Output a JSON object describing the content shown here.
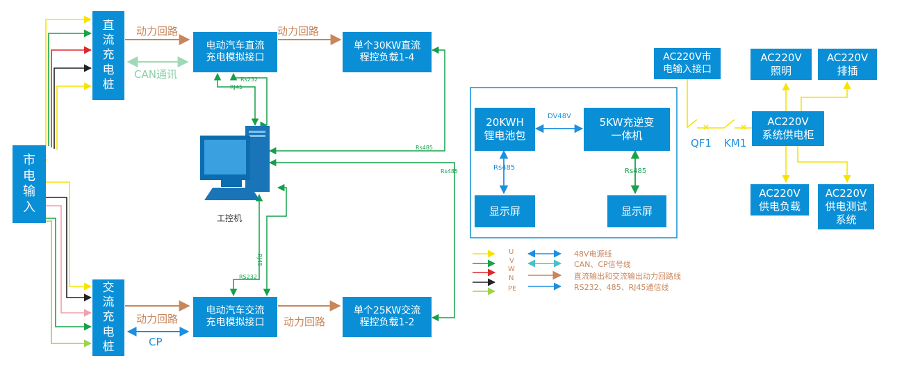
{
  "blocks": {
    "mains_input": "市\n电\n输\n入",
    "dc_pile": "直\n流\n充\n电\n桩",
    "ac_pile": "交\n流\n充\n电\n桩",
    "dc_interface": "电动汽车直流\n充电模拟接口",
    "ac_interface": "电动汽车交流\n充电模拟接口",
    "dc_load": "单个30KW直流\n程控负载1-4",
    "ac_load": "单个25KW交流\n程控负载1-2",
    "battery": "20KWH\n锂电池包",
    "inverter": "5KW充逆变\n一体机",
    "display_left": "显示屏",
    "display_right": "显示屏",
    "ac_mains_interface": "AC220V市\n电输入接口",
    "lighting": "AC220V\n照明",
    "socket": "AC220V\n排插",
    "cabinet": "AC220V\n系统供电柜",
    "supply_load": "AC220V\n供电负载",
    "test_system": "AC220V\n供电测试\n系统"
  },
  "labels": {
    "power_loop_1": "动力回路",
    "power_loop_2": "动力回路",
    "power_loop_3": "动力回路",
    "power_loop_4": "动力回路",
    "can_comm": "CAN通讯",
    "cp": "CP",
    "rs232_top": "Rs232",
    "rj45_top": "RJ45",
    "rs485_a": "Rs485",
    "rs485_b": "Rs485",
    "rj45_mid": "RJ45",
    "rs232_bottom": "RS232",
    "ipc": "工控机",
    "dv48v": "DV48V",
    "rs485_left": "Rs485",
    "rs485_right": "Rs485",
    "qf1": "QF1",
    "km1": "KM1"
  },
  "legend": {
    "phases": [
      "U",
      "V",
      "W",
      "N",
      "PE"
    ],
    "line_types": [
      "48V电源线",
      "CAN、CP信号线",
      "直流输出和交流输出动力回路线",
      "RS232、485、RJ45通信线"
    ]
  },
  "colors": {
    "box": "#0a8fd6",
    "U": "#f5e400",
    "V": "#17a34a",
    "W": "#e0262c",
    "N": "#222222",
    "PE": "#9ed14a",
    "pink": "#f2a0a8",
    "power": "#c8865a",
    "comm": "#14a04a",
    "can": "#9fd9b8",
    "blue": "#1d8fe0"
  },
  "icons": [
    "industrial-computer-icon"
  ]
}
